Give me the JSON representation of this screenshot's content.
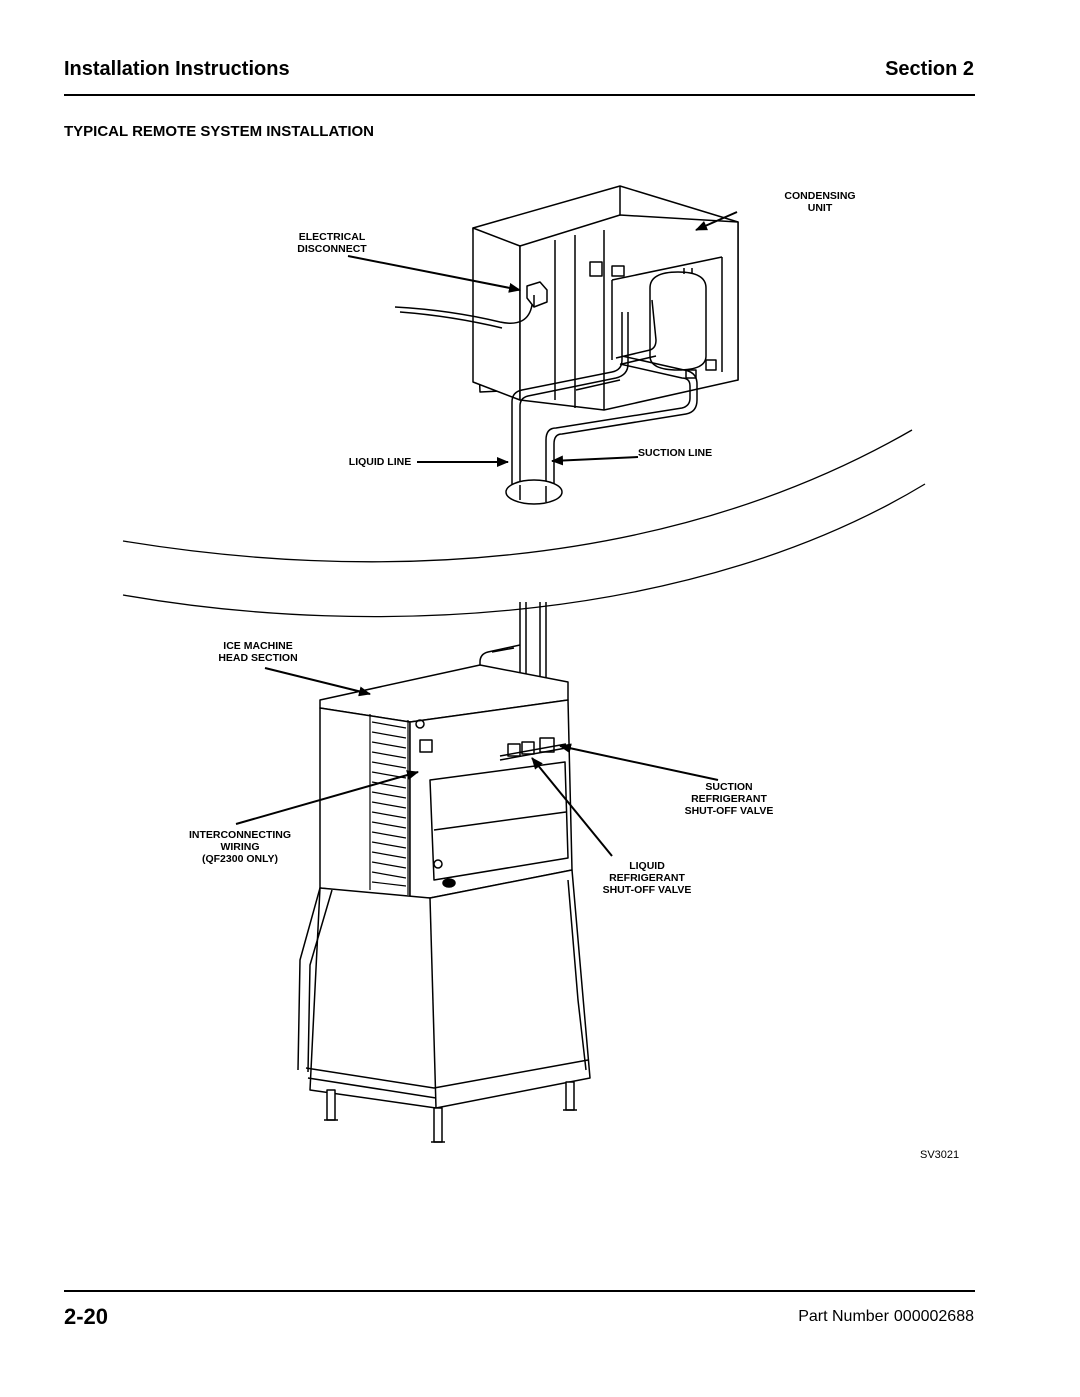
{
  "header": {
    "title": "Installation Instructions",
    "section": "Section 2"
  },
  "section_heading": "TYPICAL REMOTE SYSTEM INSTALLATION",
  "figure": {
    "labels": {
      "condensing_unit": [
        "CONDENSING",
        "UNIT"
      ],
      "electrical_disconnect": [
        "ELECTRICAL",
        "DISCONNECT"
      ],
      "liquid_line": "LIQUID LINE",
      "suction_line": "SUCTION LINE",
      "ice_machine_head": [
        "ICE MACHINE",
        "HEAD SECTION"
      ],
      "interconnecting_wiring": [
        "INTERCONNECTING",
        "WIRING",
        "(QF2300 ONLY)"
      ],
      "suction_valve": [
        "SUCTION",
        "REFRIGERANT",
        "SHUT-OFF VALVE"
      ],
      "liquid_valve": [
        "LIQUID",
        "REFRIGERANT",
        "SHUT-OFF VALVE"
      ]
    },
    "figure_id": "SV3021"
  },
  "footer": {
    "page": "2-20",
    "part_label": "Part Number",
    "part_number": "000002688"
  }
}
